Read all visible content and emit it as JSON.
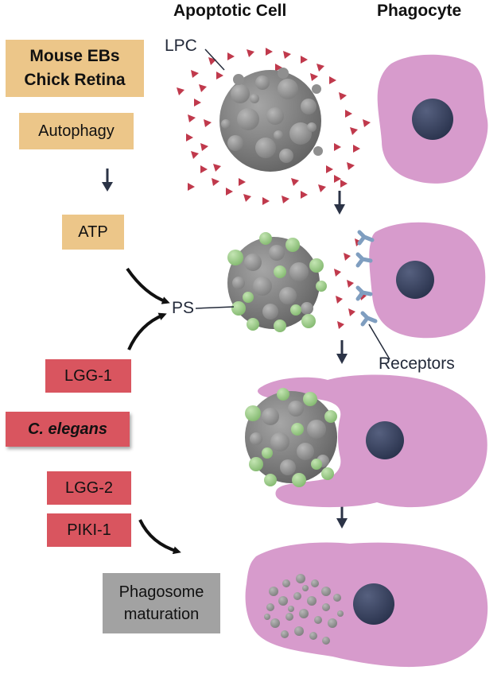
{
  "headers": {
    "apoptotic": "Apoptotic Cell",
    "phagocyte": "Phagocyte"
  },
  "left": {
    "mouse": "Mouse EBs\nChick Retina",
    "autophagy": "Autophagy",
    "atp": "ATP",
    "lgg1": "LGG-1",
    "celegans": "C. elegans",
    "lgg2": "LGG-2",
    "piki1": "PIKI-1",
    "phagosome": "Phagosome\nmaturation"
  },
  "labels": {
    "lpc": "LPC",
    "ps": "PS",
    "receptors": "Receptors"
  },
  "colors": {
    "tan_box": "#ecc689",
    "red_box": "#d9555f",
    "gray_box": "#a2a2a2",
    "phagocyte": "#d79bcc",
    "nucleus": "#2e3a57",
    "apoptotic_cell": "#7a7a7a",
    "ps_bead": "#8fc77a",
    "lpc_triangle": "#c0394c",
    "receptor": "#7f9ec0",
    "arrow": "#2b3346"
  }
}
